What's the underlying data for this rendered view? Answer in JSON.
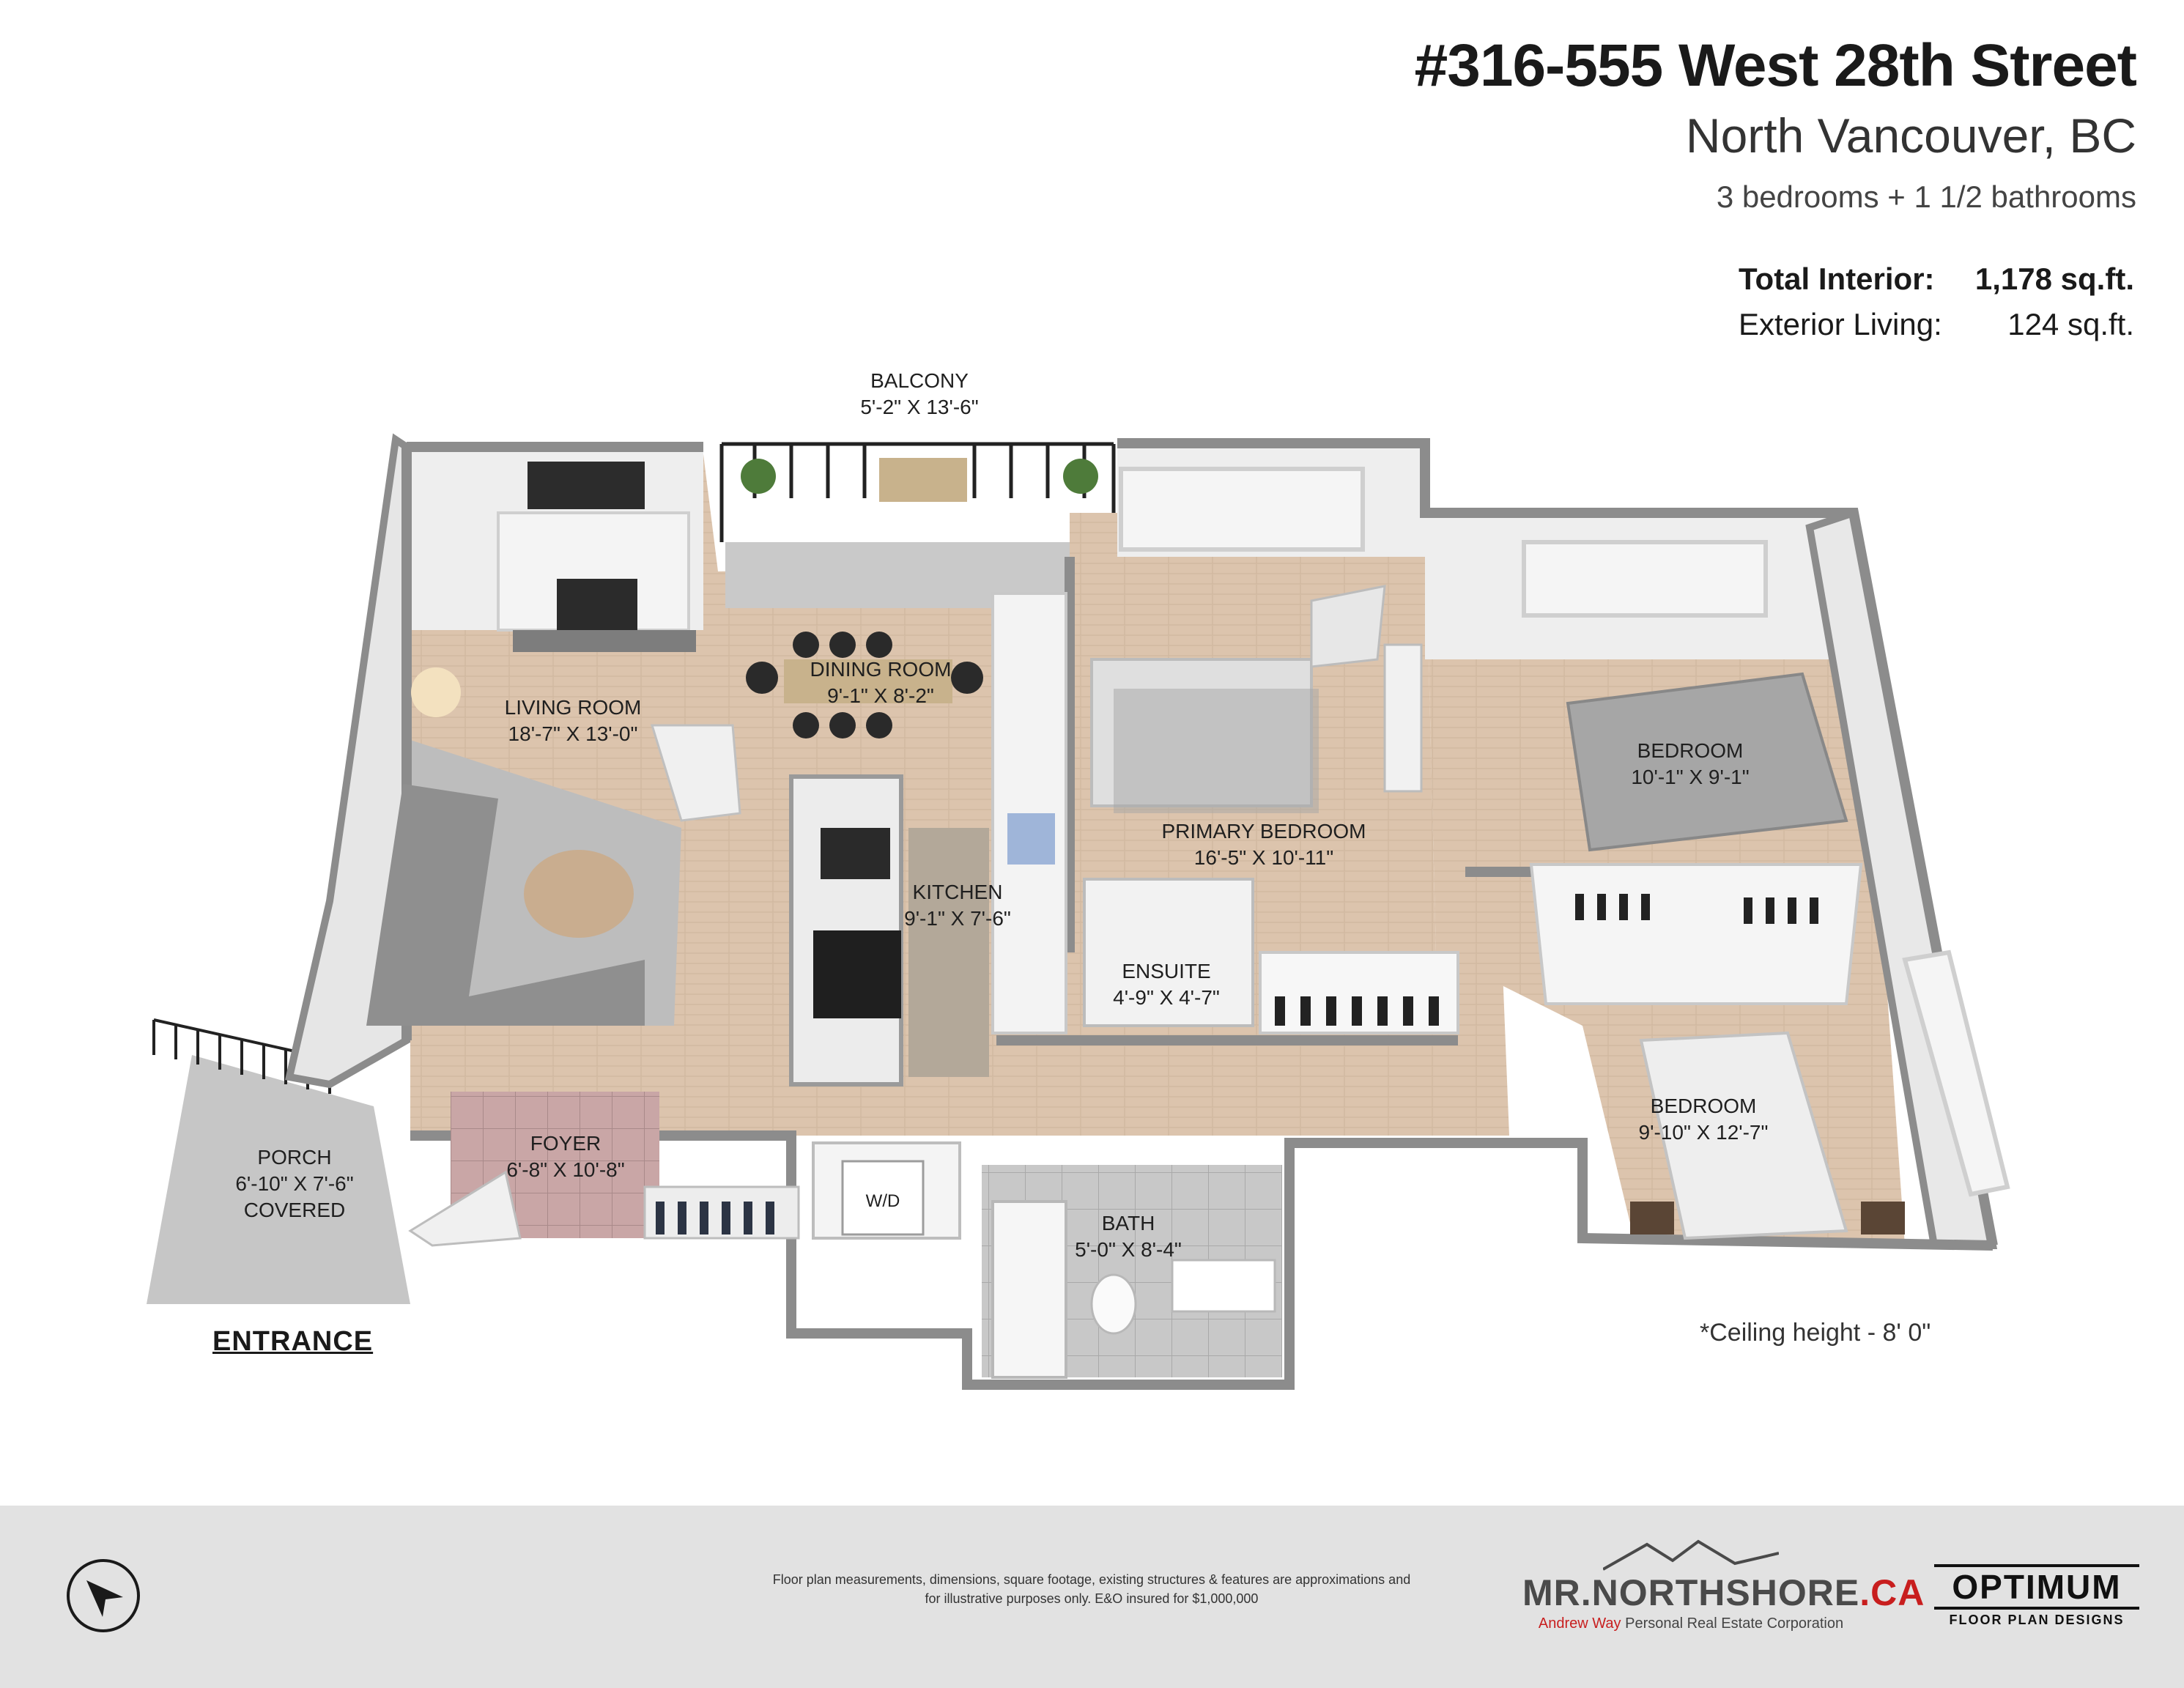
{
  "header": {
    "address": "#316-555 West 28th Street",
    "city": "North Vancouver, BC",
    "rooms_summary": "3 bedrooms + 1 1/2 bathrooms",
    "area": [
      {
        "label": "Total Interior:",
        "value": "1,178 sq.ft.",
        "bold": true
      },
      {
        "label": "Exterior Living:",
        "value": "124 sq.ft.",
        "bold": false
      }
    ]
  },
  "rooms": {
    "balcony": {
      "name": "BALCONY",
      "dims": "5'-2\" X 13'-6\""
    },
    "living": {
      "name": "LIVING ROOM",
      "dims": "18'-7\" X 13'-0\""
    },
    "dining": {
      "name": "DINING ROOM",
      "dims": "9'-1\" X 8'-2\""
    },
    "kitchen": {
      "name": "KITCHEN",
      "dims": "9'-1\" X 7'-6\""
    },
    "primary": {
      "name": "PRIMARY BEDROOM",
      "dims": "16'-5\" X 10'-11\""
    },
    "ensuite": {
      "name": "ENSUITE",
      "dims": "4'-9\" X 4'-7\""
    },
    "bedroom2": {
      "name": "BEDROOM",
      "dims": "10'-1\" X 9'-1\""
    },
    "bedroom3": {
      "name": "BEDROOM",
      "dims": "9'-10\" X 12'-7\""
    },
    "porch": {
      "name": "PORCH",
      "dims": "6'-10\" X 7'-6\"",
      "note": "COVERED"
    },
    "foyer": {
      "name": "FOYER",
      "dims": "6'-8\" X 10'-8\""
    },
    "laundry": {
      "name": "W/D"
    },
    "bath": {
      "name": "BATH",
      "dims": "5'-0\" X 8'-4\""
    }
  },
  "entrance_label": "ENTRANCE",
  "ceiling_note": "*Ceiling height - 8' 0\"",
  "footer": {
    "disclaimer_line1": "Floor plan measurements, dimensions, square footage, existing structures & features are approximations and",
    "disclaimer_line2": "for illustrative purposes only.  E&O insured for $1,000,000",
    "brand_main": "MR.NORTHSHORE",
    "brand_tld": ".CA",
    "brand_person": "Andrew Way",
    "brand_corp": "Personal Real Estate Corporation",
    "designer_name": "OPTIMUM",
    "designer_sub": "FLOOR PLAN DESIGNS"
  },
  "icons": {
    "compass": "compass-icon",
    "mountain": "mountain-logo-icon"
  },
  "colors": {
    "floor_wood": "#dcc4ad",
    "wall": "#d9d9d9",
    "wall_top": "#8c8c8c",
    "foyer_tile": "#c9a6a6",
    "porch": "#c6c6c6",
    "brand_red": "#c81e1e",
    "footer_bg": "#e2e2e2"
  }
}
